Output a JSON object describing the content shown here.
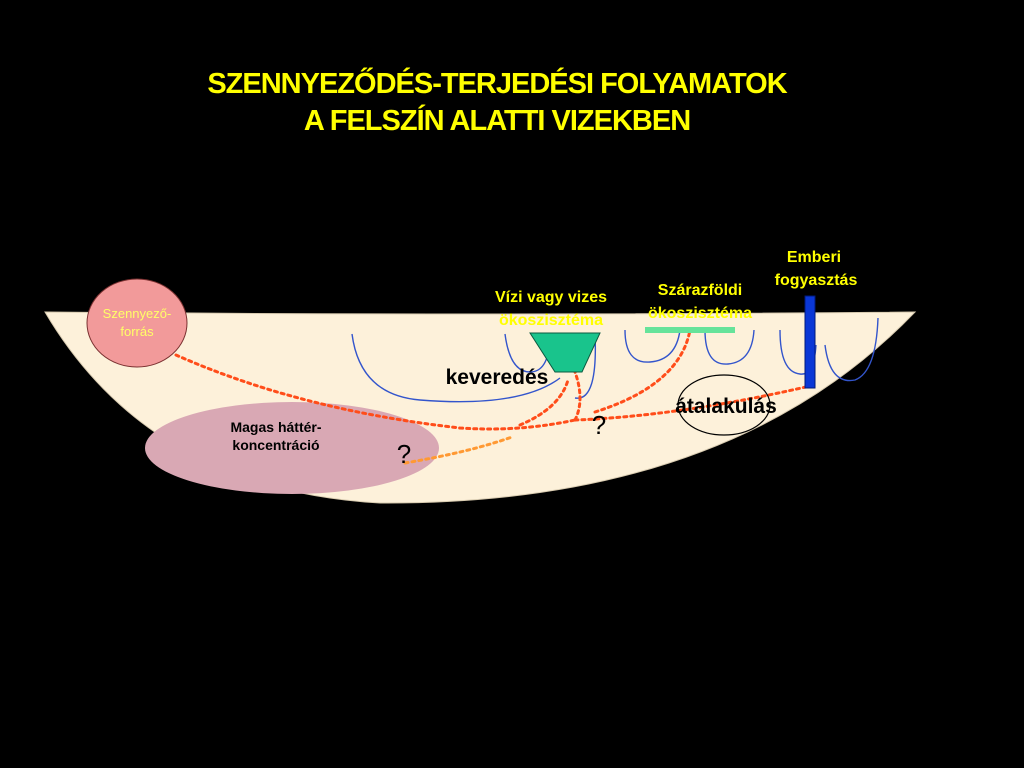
{
  "title": {
    "line1": "SZENNYEZŐDÉS-TERJEDÉSI FOLYAMATOK",
    "line2": "A FELSZÍN ALATTI VIZEKBEN"
  },
  "labels": {
    "source_line1": "Szennyező-",
    "source_line2": "forrás",
    "background_line1": "Magas háttér-",
    "background_line2": "koncentráció",
    "aquatic_line1": "Vízi vagy vizes",
    "aquatic_line2": "ökoszisztéma",
    "terrestrial_line1": "Szárazföldi",
    "terrestrial_line2": "ökoszisztéma",
    "human_line1": "Emberi",
    "human_line2": "fogyasztás",
    "mixing": "keveredés",
    "transformation": "átalakulás",
    "question1": "?",
    "question2": "?"
  },
  "colors": {
    "background": "#000000",
    "title": "#ffff00",
    "ground": "#fdf1da",
    "source_fill": "#f29a9a",
    "background_conc_fill": "#d9a8b4",
    "flow_path": "#ff4d1a",
    "flow_path_secondary": "#ff9933",
    "aquatic_icon": "#19c48c",
    "terrestrial_bar": "#66e39a",
    "well": "#0a37d6",
    "water_lines": "#3355cc"
  }
}
